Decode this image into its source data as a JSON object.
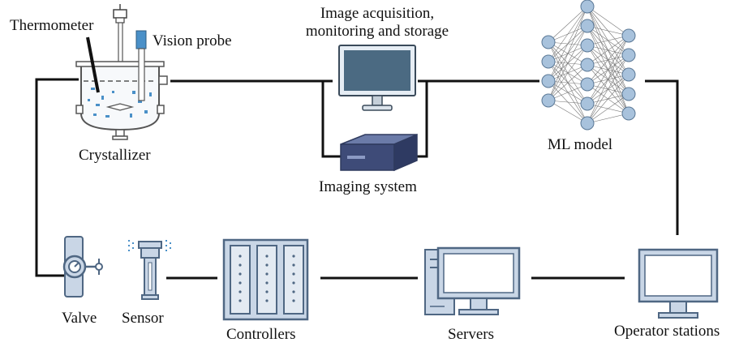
{
  "labels": {
    "thermometer": "Thermometer",
    "vision_probe": "Vision probe",
    "crystallizer": "Crystallizer",
    "image_acq_line1": "Image acquisition,",
    "image_acq_line2": "monitoring and storage",
    "imaging_system": "Imaging system",
    "ml_model": "ML model",
    "valve": "Valve",
    "sensor": "Sensor",
    "controllers": "Controllers",
    "servers": "Servers",
    "operator_stations": "Operator stations"
  },
  "colors": {
    "line": "#111111",
    "equipment_fill": "#c9d6e6",
    "equipment_stroke": "#4f6783",
    "screen": "#4b6a82",
    "neuron": "#a8c2dc",
    "crystal": "#4a90c8"
  }
}
